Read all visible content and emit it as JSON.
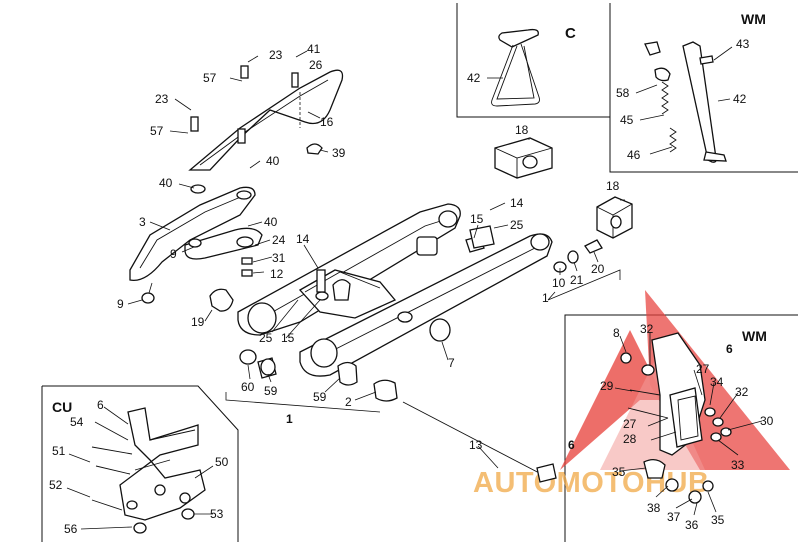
{
  "colors": {
    "ink": "#111111",
    "watermark": "#e8413c",
    "watermark_text": "#f0a640"
  },
  "insets": {
    "c_title": "C",
    "wm_top_title": "WM",
    "cu_title": "CU",
    "wm_bottom_title": "WM"
  },
  "watermark": {
    "text": "AUTOMOTOHUB"
  },
  "callouts": {
    "c1": "1",
    "c1b": "1",
    "c2": "2",
    "c3": "3",
    "c6a": "6",
    "c6b": "6",
    "c6c": "6",
    "c7": "7",
    "c8": "8",
    "c9a": "9",
    "c9b": "9",
    "c10": "10",
    "c12": "12",
    "c13": "13",
    "c14a": "14",
    "c14b": "14",
    "c15a": "15",
    "c15b": "15",
    "c16": "16",
    "c18a": "18",
    "c18b": "18",
    "c19": "19",
    "c20": "20",
    "c21": "21",
    "c23a": "23",
    "c23b": "23",
    "c24": "24",
    "c25a": "25",
    "c25b": "25",
    "c26": "26",
    "c27a": "27",
    "c27b": "27",
    "c28": "28",
    "c29": "29",
    "c30": "30",
    "c31": "31",
    "c32a": "32",
    "c32b": "32",
    "c33": "33",
    "c34": "34",
    "c35a": "35",
    "c35b": "35",
    "c36": "36",
    "c37": "37",
    "c38": "38",
    "c39": "39",
    "c40a": "40",
    "c40b": "40",
    "c40c": "40",
    "c41": "41",
    "c42a": "42",
    "c42b": "42",
    "c43": "43",
    "c45": "45",
    "c46": "46",
    "c50": "50",
    "c51": "51",
    "c52": "52",
    "c53": "53",
    "c54": "54",
    "c56": "56",
    "c57a": "57",
    "c57b": "57",
    "c58": "58",
    "c59a": "59",
    "c59b": "59",
    "c60": "60"
  }
}
